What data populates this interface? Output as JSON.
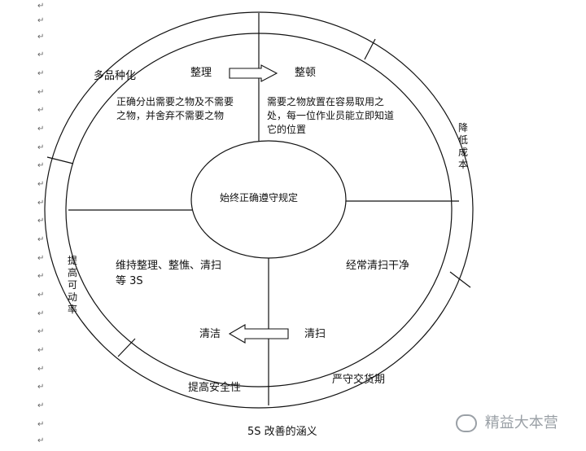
{
  "labels": {
    "zhengli": "整理",
    "zhengdun": "整顿",
    "qingsao": "清扫",
    "qingjie": "清洁",
    "center": "始终正确遵守规定",
    "left_para": "正确分出需要之物及不需要之物，并舍弃不需要之物",
    "right_para": "需要之物放置在容易取用之处，每一位作业员能立即知道它的位置",
    "bottom_left_para": "维持整理、整憔、清扫等 3S",
    "bottom_right_para": "经常清扫干净"
  },
  "ring": {
    "top_left": "多品种化",
    "right": "降低成本",
    "left": "提高可动率",
    "bottom_left": "提高安全性",
    "bottom_right": "严守交货期"
  },
  "caption": "5S 改善的涵义",
  "watermark": "精益大本营",
  "paragraph_mark": "↵"
}
